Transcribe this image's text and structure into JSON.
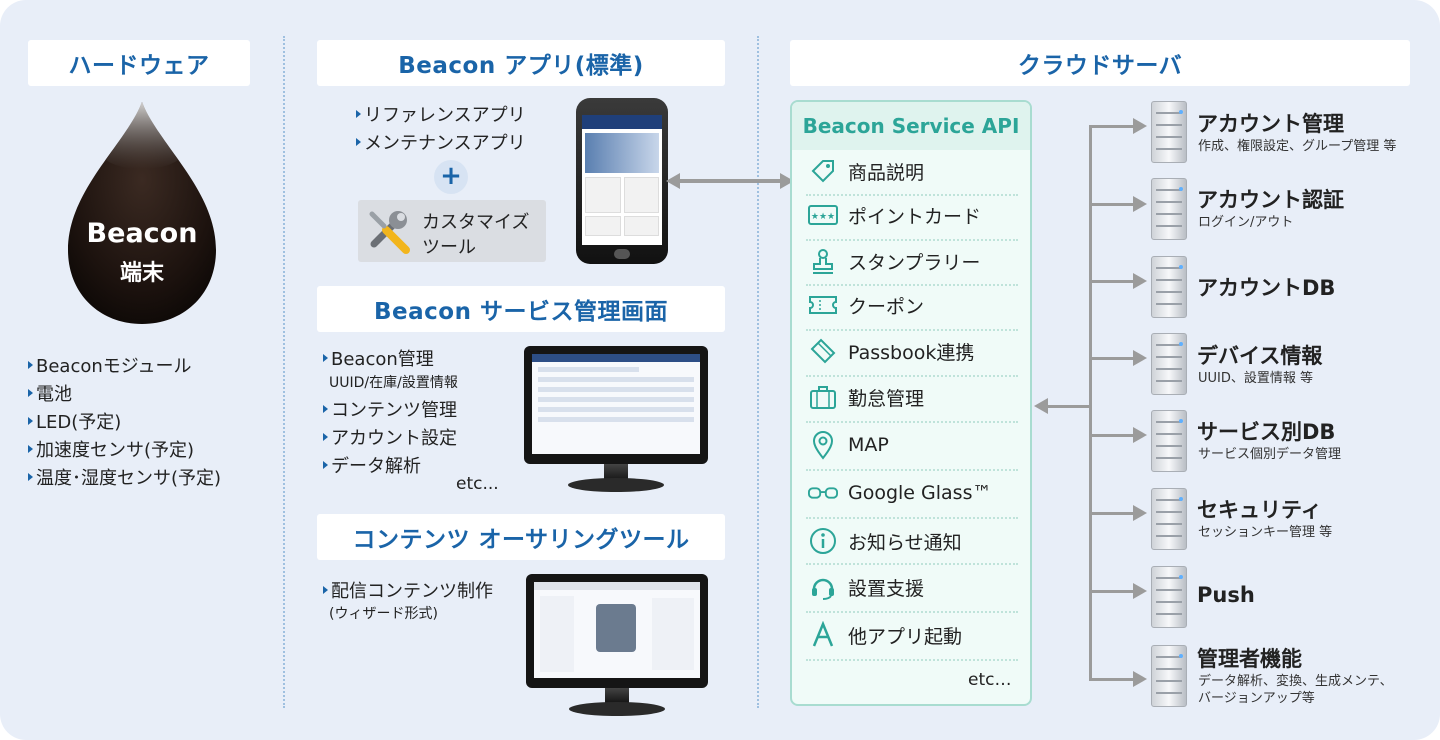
{
  "sections": {
    "hardware": "ハードウェア",
    "app": "Beacon アプリ(標準)",
    "admin": "Beacon サービス管理画面",
    "authoring": "コンテンツ オーサリングツール",
    "cloud": "クラウドサーバ"
  },
  "hardware": {
    "drop_line1": "Beacon",
    "drop_line2": "端末",
    "features": [
      "Beaconモジュール",
      "電池",
      "LED(予定)",
      "加速度センサ(予定)",
      "温度･湿度センサ(予定)"
    ]
  },
  "app": {
    "items": [
      "リファレンスアプリ",
      "メンテナンスアプリ"
    ],
    "plus": "+",
    "tool_line1": "カスタマイズ",
    "tool_line2": "ツール"
  },
  "admin": {
    "item1": "Beacon管理",
    "item1_sub": "UUID/在庫/設置情報",
    "item2": "コンテンツ管理",
    "item3": "アカウント設定",
    "item4": "データ解析",
    "etc": "etc..."
  },
  "authoring": {
    "item1": "配信コンテンツ制作",
    "item1_sub": "(ウィザード形式)"
  },
  "api": {
    "title": "Beacon Service API",
    "items": [
      {
        "label": "商品説明",
        "icon": "tag-icon"
      },
      {
        "label": "ポイントカード",
        "icon": "point-card-icon"
      },
      {
        "label": "スタンプラリー",
        "icon": "stamp-icon"
      },
      {
        "label": "クーポン",
        "icon": "coupon-icon"
      },
      {
        "label": "Passbook連携",
        "icon": "ticket-icon"
      },
      {
        "label": "勤怠管理",
        "icon": "briefcase-icon"
      },
      {
        "label": "MAP",
        "icon": "map-pin-icon"
      },
      {
        "label": "Google Glass™",
        "icon": "glasses-icon"
      },
      {
        "label": "お知らせ通知",
        "icon": "info-icon"
      },
      {
        "label": "設置支援",
        "icon": "headset-icon"
      },
      {
        "label": "他アプリ起動",
        "icon": "app-launch-icon"
      }
    ],
    "etc": "etc…"
  },
  "cloud": {
    "servers": [
      {
        "title": "アカウント管理",
        "sub": "作成、権限設定、グループ管理 等",
        "sub2": ""
      },
      {
        "title": "アカウント認証",
        "sub": "ログイン/アウト",
        "sub2": ""
      },
      {
        "title": "アカウントDB",
        "sub": "",
        "sub2": ""
      },
      {
        "title": "デバイス情報",
        "sub": "UUID、設置情報 等",
        "sub2": ""
      },
      {
        "title": "サービス別DB",
        "sub": "サービス個別データ管理",
        "sub2": ""
      },
      {
        "title": "セキュリティ",
        "sub": "セッションキー管理 等",
        "sub2": ""
      },
      {
        "title": "Push",
        "sub": "",
        "sub2": ""
      },
      {
        "title": "管理者機能",
        "sub": "データ解析、変換、生成メンテ、",
        "sub2": "バージョンアップ等"
      }
    ]
  },
  "colors": {
    "panel": "#e8eef8",
    "heading_blue": "#1a64a8",
    "api_teal": "#2ca598",
    "api_border": "#a8dcd0",
    "connector_gray": "#9b9b9b"
  }
}
